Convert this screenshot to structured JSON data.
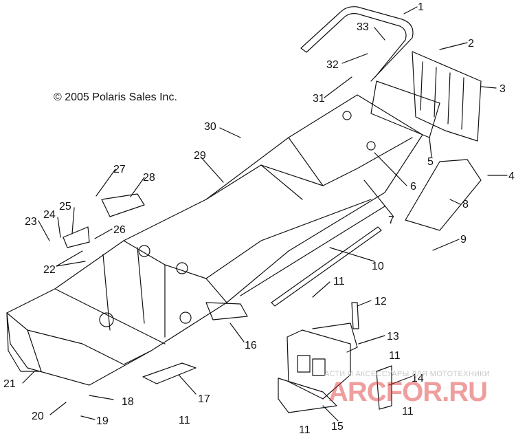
{
  "copyright": "© 2005 Polaris Sales Inc.",
  "watermark_text": "АСТИ И АКСЕССУАРЫ ДЛЯ МОТОТЕХНИКИ",
  "watermark_brand": "ARCFOR.RU",
  "callouts": [
    "1",
    "2",
    "3",
    "4",
    "5",
    "6",
    "7",
    "8",
    "9",
    "10",
    "11",
    "11",
    "11",
    "11",
    "11",
    "12",
    "13",
    "14",
    "15",
    "16",
    "17",
    "18",
    "19",
    "20",
    "21",
    "22",
    "23",
    "24",
    "25",
    "26",
    "27",
    "28",
    "29",
    "30",
    "31",
    "32",
    "33"
  ],
  "colors": {
    "ink": "#111111",
    "watermark_brand": "#dc2828",
    "watermark_text": "#c9c9c9"
  }
}
